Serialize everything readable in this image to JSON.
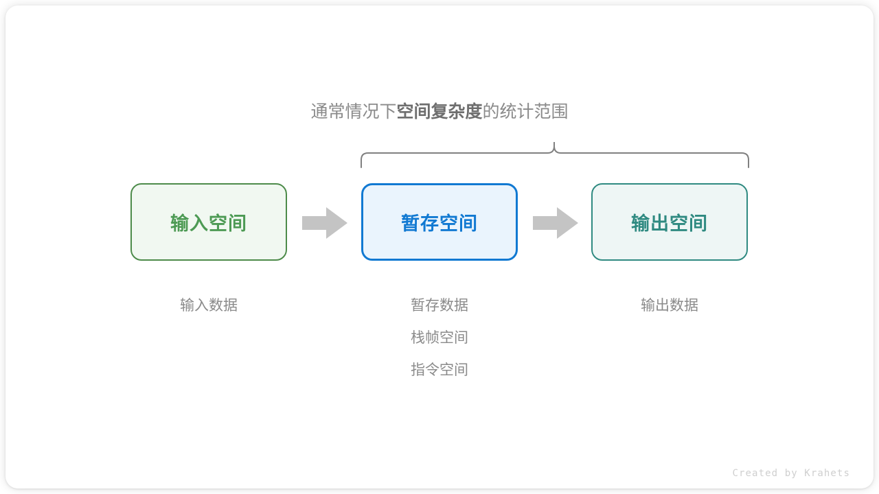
{
  "canvas": {
    "background_color": "#ffffff",
    "card_color": "#ffffff"
  },
  "scope_title": {
    "prefix": "通常情况下",
    "emphasis": "空间复杂度",
    "suffix": "的统计范围",
    "color": "#8a8a8a",
    "emphasis_color": "#6e6e6e"
  },
  "brace": {
    "name": "scope-brace",
    "color": "#808080",
    "spans_boxes": [
      "暂存空间",
      "输出空间"
    ]
  },
  "boxes": [
    {
      "id": "input",
      "label": "输入空间",
      "border_color": "#4d8b4a",
      "fill_color": "#f1f8f1",
      "text_color": "#4d9a54"
    },
    {
      "id": "temp",
      "label": "暂存空间",
      "border_color": "#1179d2",
      "fill_color": "#eaf4fd",
      "text_color": "#1179d2"
    },
    {
      "id": "output",
      "label": "输出空间",
      "border_color": "#2f8a81",
      "fill_color": "#eef6f5",
      "text_color": "#2f8a81"
    }
  ],
  "arrows": [
    {
      "id": "arrow-1",
      "from": "输入空间",
      "to": "暂存空间",
      "color": "#c4c4c4"
    },
    {
      "id": "arrow-2",
      "from": "暂存空间",
      "to": "输出空间",
      "color": "#c4c4c4"
    }
  ],
  "captions": {
    "input": [
      "输入数据"
    ],
    "temp": [
      "暂存数据",
      "栈帧空间",
      "指令空间"
    ],
    "output": [
      "输出数据"
    ],
    "color": "#8a8a8a"
  },
  "watermark": {
    "text": "Created by Krahets",
    "color": "#cfcfcf"
  }
}
